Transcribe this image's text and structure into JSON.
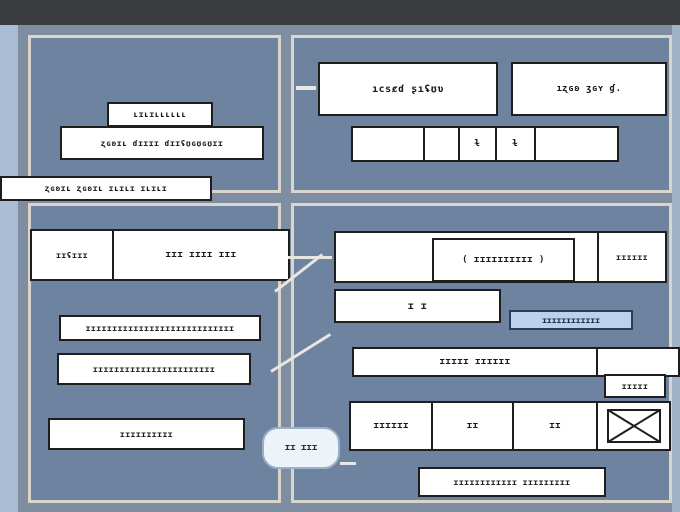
{
  "labels": {
    "top_title": "ıcsȼɗ ʂıʢʊʋ",
    "top_right": "ıʐɢʚ ʒɢʏ ɠ.",
    "top_cell_a": "ɫ",
    "top_cell_b": "ɫ",
    "left_label_small": "ʟɪʟɪʟʟʟʟʟʟ",
    "left_label_a": "ʐɢʚɪʟ ɗɪɪɪɪ ɗɪɪʢʊɢʊɢʊɪɪ",
    "left_label_b": "ʐɢʚɪʟ ʐɢʚɪʟ ɪʟɪʟɪ ɪʟɪʟɪ",
    "mid_left_a": "ɪɪʢɪɪɪ",
    "mid_left_b": "ɪɪɪ ɪɪɪɪ ɪɪɪ",
    "mid_center": "( ɪɪɪɪɪɪɪɪɪɪ )",
    "mid_right": "ɪɪɪɪɪɪ",
    "list_1": "ɪɪɪɪɪɪɪɪɪɪɪɪɪɪɪɪɪɪɪɪɪɪɪɪɪɪɪɪ",
    "list_2": "ɪɪɪɪɪɪɪɪɪɪɪɪɪɪɪɪɪɪɪɪɪɪɪ",
    "list_3": "ɪɪɪɪɪɪɪɪɪɪ",
    "center_small": "ɪ ɪ",
    "blue_label": "ɪɪɪɪɪɪɪɪɪɪɪɪ",
    "center_bar": "ɪɪɪɪɪ ɪɪɪɪɪɪ",
    "bottom_cell_1": "ɪɪɪɪɪɪ",
    "bottom_cell_2": "ɪɪ",
    "bottom_cell_3": "ɪɪ",
    "bubble": "ɪɪ ɪɪɪ",
    "bottom_caption": "ɪɪɪɪɪɪɪɪɪɪɪɪ ɪɪɪɪɪɪɪɪɪ",
    "right_box": "ɪɪɪɪɪ"
  }
}
